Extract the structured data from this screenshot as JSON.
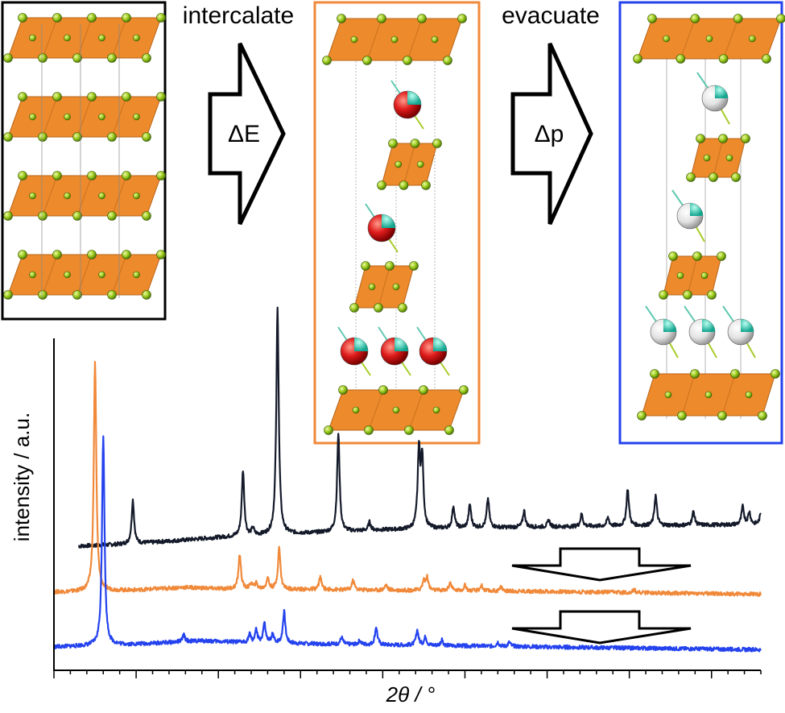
{
  "labels": {
    "step1": "intercalate",
    "step2": "evacuate",
    "arrow1": "ΔE",
    "arrow2": "Δp"
  },
  "colors": {
    "pristine": "#141a2a",
    "intercalated": "#f0893a",
    "evacuated": "#2442ee",
    "octahedron": "#ec8a2c",
    "ligand": "#9ccc1e",
    "cation": "#e01c1c",
    "cation_accent": "#2ac7b0",
    "vacancy": "#e6e6e6"
  },
  "chart_data": {
    "type": "line",
    "xlabel": "2θ / °",
    "ylabel": "intensity / a.u.",
    "grid": false,
    "legend": "none",
    "xlim": [
      0,
      43
    ],
    "series": [
      {
        "color": "#141a2a",
        "baseline": [
          [
            1.5,
            0.42
          ],
          [
            5,
            0.6
          ],
          [
            10,
            1.05
          ],
          [
            15,
            1.35
          ],
          [
            20,
            1.6
          ],
          [
            25,
            1.75
          ],
          [
            30,
            1.82
          ],
          [
            35,
            1.9
          ],
          [
            43,
            2.0
          ]
        ],
        "peaks": [
          [
            4.8,
            3.2
          ],
          [
            11.5,
            4.8
          ],
          [
            12.1,
            0.5
          ],
          [
            13.6,
            16.5
          ],
          [
            17.3,
            7.1
          ],
          [
            19.2,
            0.6
          ],
          [
            22.2,
            5.6
          ],
          [
            22.4,
            5.0
          ],
          [
            24.3,
            1.6
          ],
          [
            25.3,
            1.7
          ],
          [
            26.4,
            2.1
          ],
          [
            28.6,
            1.2
          ],
          [
            30.1,
            0.5
          ],
          [
            32.1,
            0.9
          ],
          [
            33.7,
            0.6
          ],
          [
            34.9,
            2.7
          ],
          [
            36.6,
            2.2
          ],
          [
            38.9,
            1.0
          ],
          [
            41.9,
            1.3
          ],
          [
            42.3,
            0.9
          ],
          [
            43,
            0.8
          ]
        ]
      },
      {
        "color": "#f0893a",
        "baseline": [
          [
            0,
            0.0
          ],
          [
            5,
            0.15
          ],
          [
            8,
            0.35
          ],
          [
            10,
            0.25
          ],
          [
            15,
            0.2
          ],
          [
            20,
            0.15
          ],
          [
            30,
            0.05
          ],
          [
            43,
            -0.15
          ]
        ],
        "peaks": [
          [
            2.5,
            16.7
          ],
          [
            11.3,
            2.5
          ],
          [
            12.0,
            0.4
          ],
          [
            12.3,
            0.4
          ],
          [
            13.0,
            0.8
          ],
          [
            13.7,
            3.0
          ],
          [
            16.2,
            0.9
          ],
          [
            18.2,
            0.7
          ],
          [
            20.2,
            0.4
          ],
          [
            22.5,
            0.7
          ],
          [
            22.7,
            0.9
          ],
          [
            24.1,
            0.6
          ],
          [
            25.0,
            0.4
          ],
          [
            26.0,
            0.4
          ],
          [
            27.2,
            0.3
          ],
          [
            35.3,
            0.2
          ]
        ]
      },
      {
        "color": "#2442ee",
        "baseline": [
          [
            0,
            0.0
          ],
          [
            5,
            0.2
          ],
          [
            9,
            0.45
          ],
          [
            12,
            0.3
          ],
          [
            20,
            0.15
          ],
          [
            30,
            0.0
          ],
          [
            43,
            -0.2
          ]
        ],
        "peaks": [
          [
            3.0,
            15.3
          ],
          [
            7.9,
            0.5
          ],
          [
            11.9,
            0.6
          ],
          [
            12.3,
            0.9
          ],
          [
            12.8,
            1.4
          ],
          [
            13.3,
            0.6
          ],
          [
            14.0,
            2.3
          ],
          [
            17.5,
            0.5
          ],
          [
            18.6,
            0.3
          ],
          [
            19.6,
            1.3
          ],
          [
            22.1,
            1.1
          ],
          [
            22.6,
            0.6
          ],
          [
            23.6,
            0.4
          ],
          [
            27.0,
            0.3
          ],
          [
            27.7,
            0.3
          ]
        ]
      }
    ]
  }
}
